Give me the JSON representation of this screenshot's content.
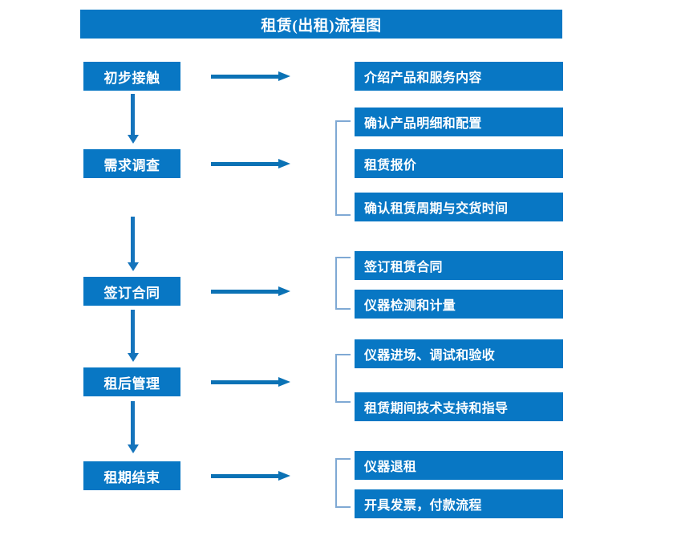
{
  "title": "租赁(出租)流程图",
  "theme": {
    "box_fill": "#0877C4",
    "box_text": "#FFFFFF",
    "arrow": "#0B72B5",
    "bracket": "#7FA9D4",
    "background": "#FFFFFF"
  },
  "chart_data": {
    "type": "diagram",
    "title": "租赁(出租)流程图",
    "stages": [
      {
        "label": "初步接触",
        "details": [
          "介绍产品和服务内容"
        ],
        "bracketed": false
      },
      {
        "label": "需求调查",
        "details": [
          "确认产品明细和配置",
          "租赁报价",
          "确认租赁周期与交货时间"
        ],
        "bracketed": true
      },
      {
        "label": "签订合同",
        "details": [
          "签订租赁合同",
          "仪器检测和计量"
        ],
        "bracketed": true
      },
      {
        "label": "租后管理",
        "details": [
          "仪器进场、调试和验收",
          "租赁期间技术支持和指导"
        ],
        "bracketed": true
      },
      {
        "label": "租期结束",
        "details": [
          "仪器退租",
          "开具发票，付款流程"
        ],
        "bracketed": true
      }
    ]
  },
  "stages": [
    {
      "label": "初步接触"
    },
    {
      "label": "需求调查"
    },
    {
      "label": "签订合同"
    },
    {
      "label": "租后管理"
    },
    {
      "label": "租期结束"
    }
  ],
  "details": {
    "d1": "介绍产品和服务内容",
    "d2": "确认产品明细和配置",
    "d3": "租赁报价",
    "d4": "确认租赁周期与交货时间",
    "d5": "签订租赁合同",
    "d6": "仪器检测和计量",
    "d7": "仪器进场、调试和验收",
    "d8": "租赁期间技术支持和指导",
    "d9": "仪器退租",
    "d10": "开具发票，付款流程"
  }
}
